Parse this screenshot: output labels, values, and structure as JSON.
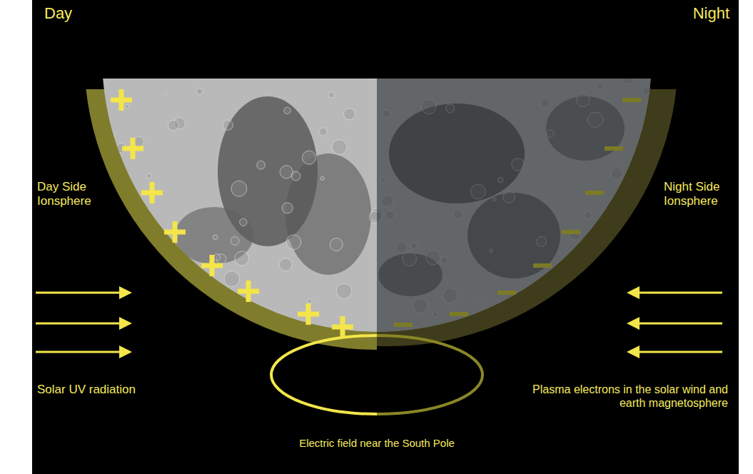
{
  "diagram": {
    "labels": [
      "Day",
      "Night",
      "Day Side Ionsphere",
      "Night Side Ionsphere",
      "Solar UV radiation",
      "Plasma electrons in the solar wind and earth magnetosphere",
      "Electric field near the South Pole"
    ]
  }
}
